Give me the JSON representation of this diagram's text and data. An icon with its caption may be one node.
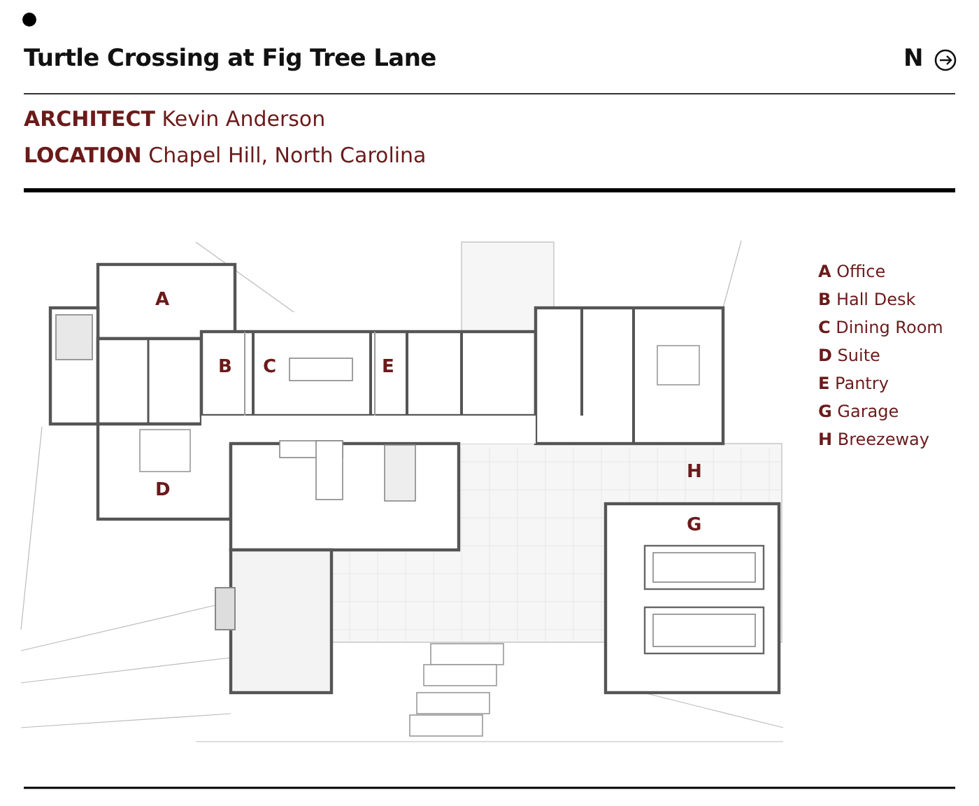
{
  "diagram": {
    "title": "Turtle Crossing at Fig Tree Lane",
    "labels": [
      "N",
      "**ARCHITECT** Kevin Anderson",
      "**LOCATION** Chapel Hill, North Carolina",
      "A",
      "B",
      "C",
      "E",
      "D",
      "H",
      "G",
      "**A** Office",
      "**B** Hall Desk",
      "**C** Dining Room",
      "**D** Suite",
      "**E** Pantry",
      "**G** Garage",
      "**H** Breezeway"
    ]
  }
}
